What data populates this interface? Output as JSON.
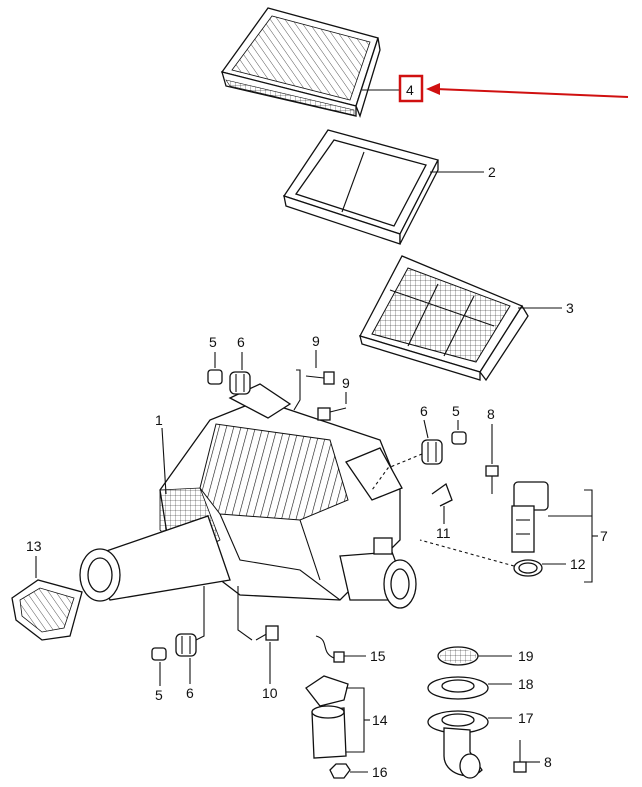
{
  "callouts": [
    {
      "id": "c4",
      "text": "4"
    },
    {
      "id": "c2",
      "text": "2"
    },
    {
      "id": "c3",
      "text": "3"
    },
    {
      "id": "c1",
      "text": "1"
    },
    {
      "id": "c5a",
      "text": "5"
    },
    {
      "id": "c6a",
      "text": "6"
    },
    {
      "id": "c9a",
      "text": "9"
    },
    {
      "id": "c9b",
      "text": "9"
    },
    {
      "id": "c6b",
      "text": "6"
    },
    {
      "id": "c5b",
      "text": "5"
    },
    {
      "id": "c8a",
      "text": "8"
    },
    {
      "id": "c7",
      "text": "7"
    },
    {
      "id": "c11",
      "text": "11"
    },
    {
      "id": "c12",
      "text": "12"
    },
    {
      "id": "c13",
      "text": "13"
    },
    {
      "id": "c5c",
      "text": "5"
    },
    {
      "id": "c6c",
      "text": "6"
    },
    {
      "id": "c10",
      "text": "10"
    },
    {
      "id": "c15",
      "text": "15"
    },
    {
      "id": "c14",
      "text": "14"
    },
    {
      "id": "c16",
      "text": "16"
    },
    {
      "id": "c19",
      "text": "19"
    },
    {
      "id": "c18",
      "text": "18"
    },
    {
      "id": "c17",
      "text": "17"
    },
    {
      "id": "c8b",
      "text": "8"
    }
  ],
  "highlight": {
    "label": "4",
    "color": "#d01010"
  }
}
